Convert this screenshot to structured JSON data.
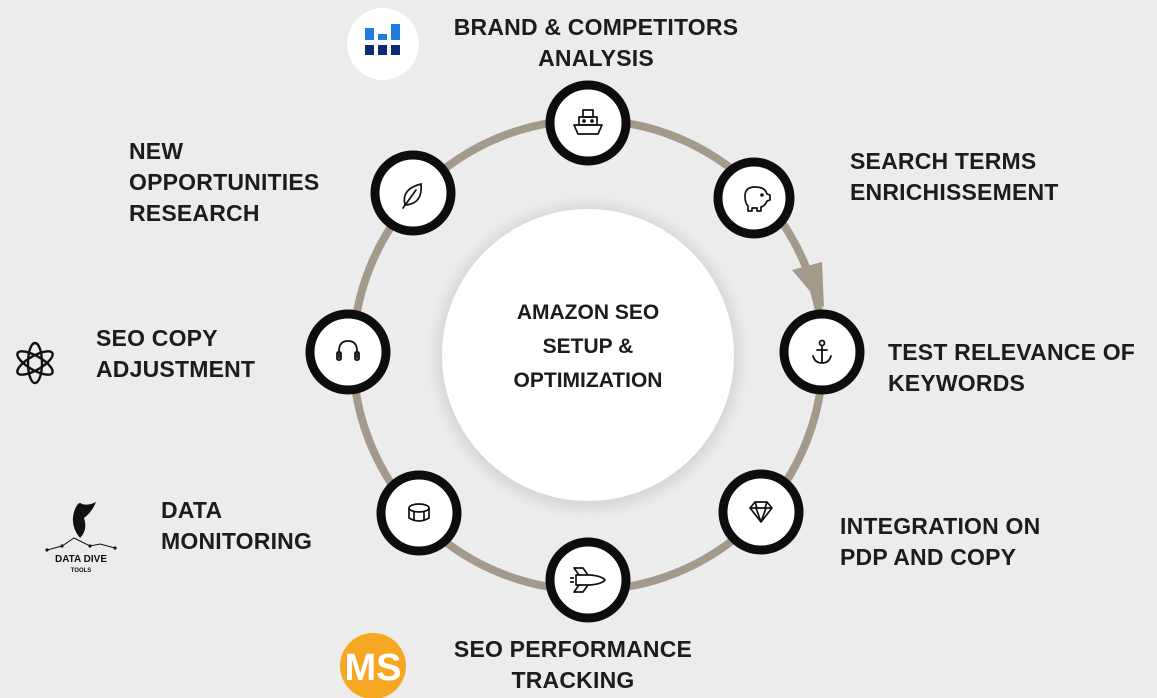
{
  "center": {
    "lines": [
      "AMAZON SEO",
      "SETUP &",
      "OPTIMIZATION"
    ]
  },
  "steps": [
    {
      "icon": "ship-icon",
      "lines": [
        "BRAND & COMPETITORS",
        "ANALYSIS"
      ]
    },
    {
      "icon": "piggy-bank-icon",
      "lines": [
        "SEARCH TERMS",
        "ENRICHISSEMENT"
      ]
    },
    {
      "icon": "anchor-icon",
      "lines": [
        "TEST RELEVANCE OF",
        "KEYWORDS"
      ]
    },
    {
      "icon": "diamond-icon",
      "lines": [
        "INTEGRATION ON",
        "PDP AND COPY"
      ]
    },
    {
      "icon": "rocket-icon",
      "lines": [
        "SEO PERFORMANCE",
        "TRACKING"
      ]
    },
    {
      "icon": "drum-icon",
      "lines": [
        "DATA",
        "MONITORING"
      ]
    },
    {
      "icon": "headphones-icon",
      "lines": [
        "SEO COPY",
        "ADJUSTMENT"
      ]
    },
    {
      "icon": "leaf-icon",
      "lines": [
        "NEW",
        "OPPORTUNITIES",
        "RESEARCH"
      ]
    }
  ],
  "logos": {
    "data_dive": {
      "text": "DATA DIVE",
      "subtext": "TOOLS"
    },
    "ms": {
      "text": "MS"
    }
  },
  "colors": {
    "ring": "#a39a8b",
    "node_border": "#0d0d0d",
    "node_fill": "#ffffff",
    "text": "#1c1c1c",
    "background": "#ececec"
  }
}
